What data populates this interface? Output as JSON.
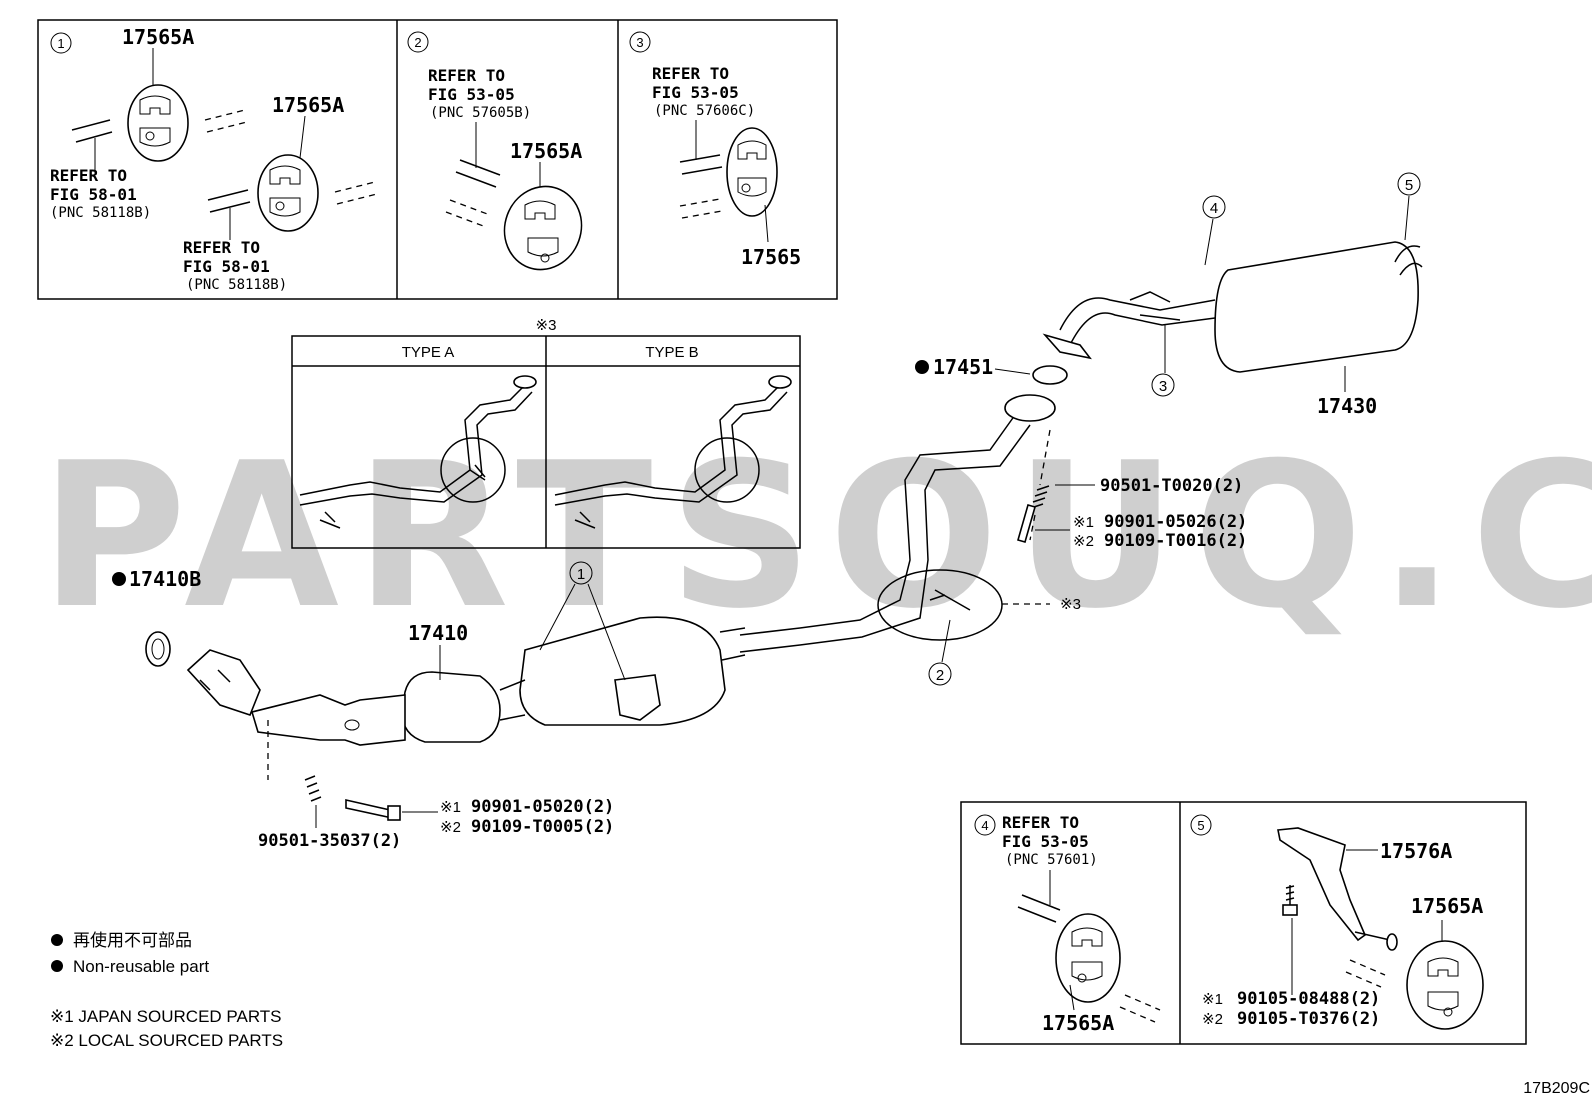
{
  "watermark": "PARTSOUQ.COM",
  "figure_code": "17B209C",
  "insets": {
    "inset1": {
      "num": "1",
      "part_a": "17565A",
      "part_b": "17565A",
      "ref1_l1": "REFER TO",
      "ref1_l2": "FIG 58-01",
      "ref1_l3": "(PNC 58118B)",
      "ref2_l1": "REFER TO",
      "ref2_l2": "FIG 58-01",
      "ref2_l3": "(PNC 58118B)"
    },
    "inset2": {
      "num": "2",
      "ref_l1": "REFER TO",
      "ref_l2": "FIG 53-05",
      "ref_l3": "(PNC 57605B)",
      "part": "17565A"
    },
    "inset3": {
      "num": "3",
      "ref_l1": "REFER TO",
      "ref_l2": "FIG 53-05",
      "ref_l3": "(PNC 57606C)",
      "part": "17565"
    },
    "inset4": {
      "num": "4",
      "ref_l1": "REFER TO",
      "ref_l2": "FIG 53-05",
      "ref_l3": "(PNC 57601)",
      "part": "17565A"
    },
    "inset5": {
      "num": "5",
      "part_bracket": "17576A",
      "part_hanger": "17565A",
      "bolt_1": "90105-08488(2)",
      "bolt_2": "90105-T0376(2)",
      "mark1": "※1",
      "mark2": "※2"
    }
  },
  "type_box": {
    "marker": "※3",
    "type_a": "TYPE A",
    "type_b": "TYPE B"
  },
  "main": {
    "p17451": "17451",
    "p17430": "17430",
    "p17410": "17410",
    "p17410b": "17410B",
    "spring_upper": "90501-T0020(2)",
    "bolt_upper_1": "90901-05026(2)",
    "bolt_upper_2": "90109-T0016(2)",
    "spring_lower": "90501-35037(2)",
    "bolt_lower_1": "90901-05020(2)",
    "bolt_lower_2": "90109-T0005(2)",
    "mark1": "※1",
    "mark2": "※2",
    "mark3": "※3",
    "callout1": "1",
    "callout2": "2",
    "callout3": "3",
    "callout4": "4",
    "callout5": "5"
  },
  "legend": {
    "jp": "再使用不可部品",
    "en": "Non-reusable part",
    "note1": "※1 JAPAN SOURCED PARTS",
    "note2": "※2 LOCAL SOURCED PARTS"
  }
}
